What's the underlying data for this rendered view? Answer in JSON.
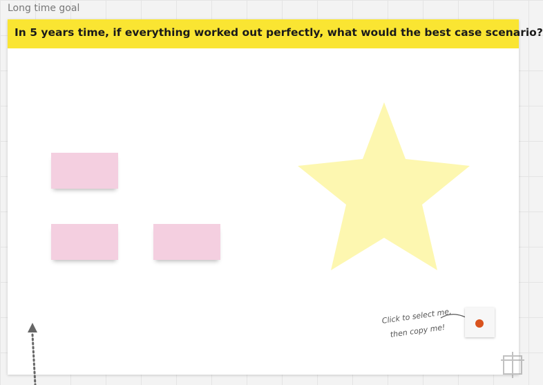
{
  "frame": {
    "title": "Long time goal",
    "question": "In 5 years time, if everything worked out perfectly, what would the best case scenario?"
  },
  "sticky_notes": [
    {
      "color": "#f4cfe0",
      "text": ""
    },
    {
      "color": "#f4cfe0",
      "text": ""
    },
    {
      "color": "#f4cfe0",
      "text": ""
    }
  ],
  "star": {
    "color": "#fdf7b0"
  },
  "copy_hint": {
    "line1": "Click to select me,",
    "line2": "then copy me!",
    "dot_color": "#d9531e"
  },
  "colors": {
    "question_bar": "#fae532",
    "canvas_bg": "#f3f3f3"
  }
}
